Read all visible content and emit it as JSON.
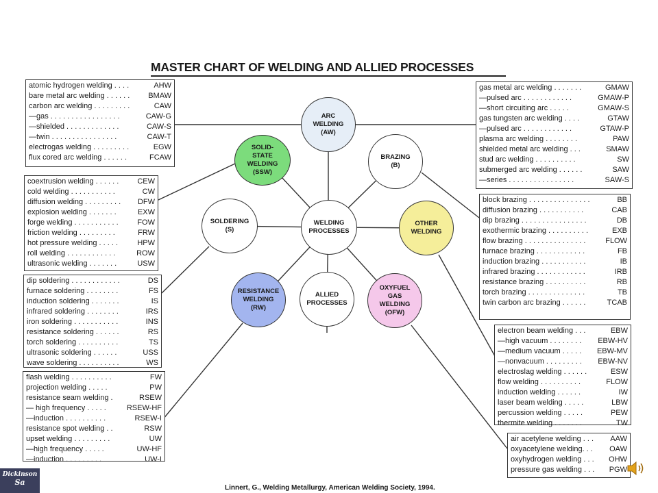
{
  "title": "MASTER CHART OF WELDING AND ALLIED PROCESSES",
  "citation": "Linnert, G., Welding Metallurgy, American Welding Society, 1994.",
  "logo_text": "Dickinson",
  "logo_subtext": "Sa",
  "circles": {
    "arc": {
      "label": "ARC\nWELDING\n(AW)",
      "fill": "#e6eef7"
    },
    "solid_state": {
      "label": "SOLID-\nSTATE\nWELDING\n(SSW)",
      "fill": "#7cdc7c"
    },
    "brazing": {
      "label": "BRAZING\n(B)",
      "fill": "#ffffff"
    },
    "soldering": {
      "label": "SOLDERING\n(S)",
      "fill": "#ffffff"
    },
    "welding_processes": {
      "label": "WELDING\nPROCESSES",
      "fill": "#ffffff"
    },
    "other": {
      "label": "OTHER\nWELDING",
      "fill": "#f5ee9a"
    },
    "resistance": {
      "label": "RESISTANCE\nWELDING\n(RW)",
      "fill": "#a3b5ef"
    },
    "allied": {
      "label": "ALLIED\nPROCESSES",
      "fill": "#ffffff"
    },
    "oxyfuel": {
      "label": "OXYFUEL\nGAS\nWELDING\n(OFW)",
      "fill": "#f5c8ea"
    }
  },
  "boxes": {
    "arc_welding": [
      [
        "atomic hydrogen welding . . . .",
        "AHW"
      ],
      [
        "bare metal arc welding . . . . . .",
        "BMAW"
      ],
      [
        "carbon arc welding . . . . . . . . .",
        "CAW"
      ],
      [
        "   —gas . . . . . . . . . . . . . . . . .",
        "CAW-G"
      ],
      [
        "   —shielded . . . . . . . . . . . . .",
        "CAW-S"
      ],
      [
        "   —twin . . . . . . . . . . . . . . . .",
        "CAW-T"
      ],
      [
        "electrogas welding . . . . . . . . .",
        "EGW"
      ],
      [
        "flux cored arc welding . . . . . .",
        "FCAW"
      ]
    ],
    "arc_welding_right": [
      [
        "gas metal arc welding . . . . . . .",
        "GMAW"
      ],
      [
        "   —pulsed arc . . . . . . . . . . . .",
        "GMAW-P"
      ],
      [
        "   —short circuiting arc . . . . .",
        "GMAW-S"
      ],
      [
        "gas tungsten arc welding . . . .",
        "GTAW"
      ],
      [
        "   —pulsed arc . . . . . . . . . . . .",
        "GTAW-P"
      ],
      [
        "plasma arc welding . . . . . . . .",
        "PAW"
      ],
      [
        "shielded metal arc welding . . .",
        "SMAW"
      ],
      [
        "stud arc welding . . . . . . . . . .",
        "SW"
      ],
      [
        "submerged arc welding . . . . . .",
        "SAW"
      ],
      [
        "   —series . . . . . . . . . . . . . . . .",
        "SAW-S"
      ]
    ],
    "solid_state": [
      [
        "coextrusion welding . . . . . .",
        "CEW"
      ],
      [
        "cold welding . . . . . . . . . . .",
        "CW"
      ],
      [
        "diffusion welding . . . . . . . . .",
        "DFW"
      ],
      [
        "explosion welding . . . . . . .",
        "EXW"
      ],
      [
        "forge welding . . . . . . . . . . .",
        "FOW"
      ],
      [
        "friction welding . . . . . . . . .",
        "FRW"
      ],
      [
        "hot pressure welding . . . . .",
        "HPW"
      ],
      [
        "roll welding . . . . . . . . . . . .",
        "ROW"
      ],
      [
        "ultrasonic welding . . . . . . .",
        "USW"
      ]
    ],
    "soldering": [
      [
        "dip soldering . . . . . . . . . . . .",
        "DS"
      ],
      [
        "furnace soldering . . . . . . . .",
        "FS"
      ],
      [
        "induction soldering . . . . . . .",
        "IS"
      ],
      [
        "infrared soldering . . . . . . . .",
        "IRS"
      ],
      [
        "iron soldering . . . . . . . . . . .",
        "INS"
      ],
      [
        "resistance soldering . . . . . .",
        "RS"
      ],
      [
        "torch soldering . . . . . . . . . .",
        "TS"
      ],
      [
        "ultrasonic soldering . . . . . .",
        "USS"
      ],
      [
        "wave soldering . . . . . . . . . .",
        "WS"
      ]
    ],
    "resistance": [
      [
        "flash welding . . . . . . . . . .",
        "FW"
      ],
      [
        "projection welding . . . . .",
        "PW"
      ],
      [
        "resistance seam welding .",
        "RSEW"
      ],
      [
        "   — high frequency . . . . .",
        "RSEW-HF"
      ],
      [
        "   —induction . . . . . . . . . .",
        "RSEW-I"
      ],
      [
        "resistance spot welding . .",
        "RSW"
      ],
      [
        "upset welding . . . . . . . . .",
        "UW"
      ],
      [
        "   —high frequency . . . . .",
        "UW-HF"
      ],
      [
        "   —induction . . . . . . . . .",
        "UW-I"
      ]
    ],
    "brazing": [
      [
        "block brazing . . . . . . . . . . . . . . .",
        "BB"
      ],
      [
        "diffusion brazing . . . . . . . . . . .",
        "CAB"
      ],
      [
        "dip brazing . . . . . . . . . . . . . . . .",
        "DB"
      ],
      [
        "exothermic brazing . . . . . . . . . .",
        "EXB"
      ],
      [
        "flow brazing . . . . . . . . . . . . . . .",
        "FLOW"
      ],
      [
        "furnace brazing . . . . . . . . . . . .",
        "FB"
      ],
      [
        "induction brazing . . . . . . . . . . .",
        "IB"
      ],
      [
        "infrared brazing . . . . . . . . . . . .",
        "IRB"
      ],
      [
        "resistance brazing . . . . . . . . . .",
        "RB"
      ],
      [
        "torch brazing . . . . . . . . . . . . . .",
        "TB"
      ],
      [
        "twin carbon arc brazing . . . . . .",
        "TCAB"
      ]
    ],
    "other": [
      [
        "electron beam welding . . .",
        "EBW"
      ],
      [
        "   —high vacuum . . . . . . . .",
        "EBW-HV"
      ],
      [
        "   —medium vacuum . . . . .",
        "EBW-MV"
      ],
      [
        "   —nonvacuum . . . . . . . . .",
        "EBW-NV"
      ],
      [
        "electroslag welding . . . . . .",
        "ESW"
      ],
      [
        "flow welding . . . . . . . . . .",
        "FLOW"
      ],
      [
        "induction welding . . . . . .",
        "IW"
      ],
      [
        "laser beam welding . . . . .",
        "LBW"
      ],
      [
        "percussion welding . . . . .",
        "PEW"
      ],
      [
        "thermite welding . . . . . . .",
        "TW"
      ]
    ],
    "oxyfuel": [
      [
        "air acetylene welding . . .",
        "AAW"
      ],
      [
        "oxyacetylene welding. . .",
        "OAW"
      ],
      [
        "oxyhydrogen welding . . .",
        "OHW"
      ],
      [
        "pressure gas welding . . .",
        "PGW"
      ]
    ]
  }
}
